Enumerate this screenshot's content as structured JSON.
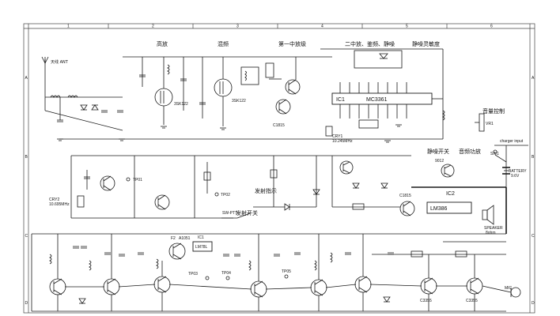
{
  "frame": {
    "col_marks": [
      "1",
      "2",
      "3",
      "4",
      "5",
      "6"
    ],
    "row_marks": [
      "A",
      "B",
      "C",
      "D"
    ]
  },
  "section_titles": {
    "hf_amp": "高放",
    "mixer": "混频",
    "if1": "第一中放级",
    "if2": "二中放、鉴频、静噪",
    "squelch_det": "静噪灵敏度",
    "volume": "音量控制",
    "squelch_switch": "静噪开关",
    "audio_amp": "音频功放",
    "tx_indicator": "发射指示",
    "tx_switch": "发射开关",
    "tx_label": "SW-PTT"
  },
  "parts": {
    "antenna": "天线\nANT",
    "ic1": "IC1",
    "ic1_model": "MC3361",
    "ic2": "IC2",
    "ic2_model": "LM386",
    "icl": "IC1",
    "icl_model": "LM78L",
    "tp1": "TP01",
    "tp2": "TP02",
    "tp3": "TP03",
    "tp4": "TP04",
    "tp5": "TP05",
    "battery": "BATTERY",
    "battery_v": "9.6V",
    "charger": "charger input",
    "speaker": "SPEAKER",
    "speaker_v": "8ohm",
    "mic": "MIC",
    "vr1": "VR1",
    "sw1": "SW1",
    "q_hf": "3SK122",
    "q_mix": "3SK122",
    "q_if": "C1815",
    "x_main": "CRY1",
    "x_main_f": "10.245MHz",
    "x_tx": "CRY2",
    "x_tx_f": "10.695MHz",
    "q_tx1": "C3355",
    "q_tx2": "C3355",
    "f2": "F2",
    "f2_m": "A1051",
    "sw_d": "9012",
    "sw_d2": "C1815"
  }
}
